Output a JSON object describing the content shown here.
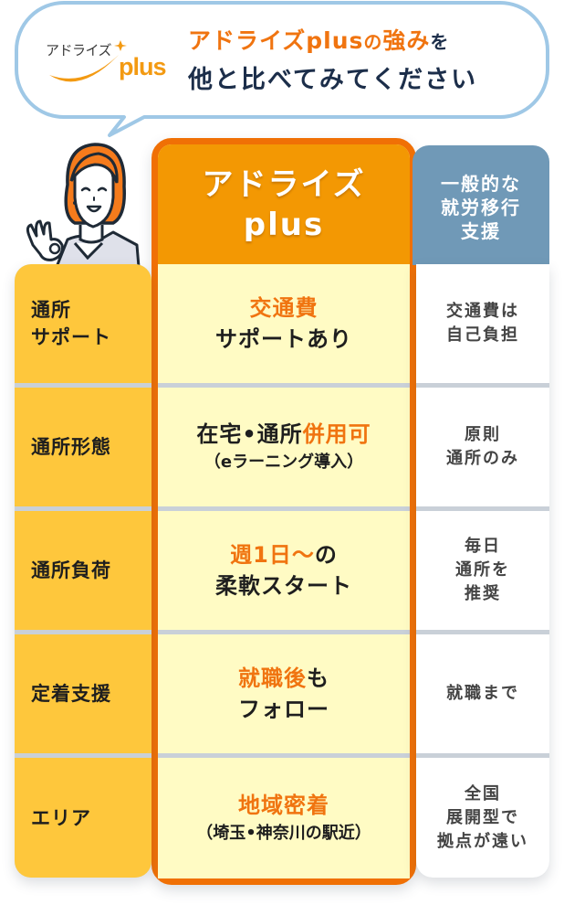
{
  "bubble": {
    "logo": {
      "text": "アドライズ",
      "plus": "plus"
    },
    "headline": {
      "line1_orange": "アドライズplus",
      "line1_small": "の",
      "line1_orange2": "強み",
      "line1_navy": "を",
      "line2": "他と比べてみてください"
    }
  },
  "columns": {
    "ours": {
      "title_line1": "アドライズ",
      "title_line2": "plus"
    },
    "theirs": {
      "title_line1": "一般的な",
      "title_line2": "就労移行",
      "title_line3": "支援"
    }
  },
  "rows": [
    {
      "label_line1": "通所",
      "label_line2": "サポート",
      "ours_highlight": "交通費",
      "ours_text": "サポートあり",
      "theirs_line1": "交通費は",
      "theirs_line2": "自己負担"
    },
    {
      "label": "通所形態",
      "ours_text": "在宅•通所",
      "ours_highlight": "併用可",
      "ours_sub": "（eラーニング導入）",
      "theirs_line1": "原則",
      "theirs_line2": "通所のみ"
    },
    {
      "label": "通所負荷",
      "ours_highlight": "週1日～",
      "ours_text": "の",
      "ours_line2": "柔軟スタート",
      "theirs_line1": "毎日",
      "theirs_line2": "通所を",
      "theirs_line3": "推奨"
    },
    {
      "label": "定着支援",
      "ours_highlight": "就職後",
      "ours_text": "も",
      "ours_line2": "フォロー",
      "theirs_line1": "就職まで"
    },
    {
      "label": "エリア",
      "ours_highlight": "地域密着",
      "ours_sub": "（埼玉•神奈川の駅近）",
      "theirs_line1": "全国",
      "theirs_line2": "展開型で",
      "theirs_line3": "拠点が遠い"
    }
  ],
  "colors": {
    "orange_frame": "#f07005",
    "orange_header": "#f39803",
    "highlight_text": "#f07410",
    "yellow_label": "#fec73c",
    "cream_cell": "#fffbc4",
    "blue_header": "#7099b7",
    "bubble_border": "#9fc8e6",
    "navy_text": "#1c2e4a",
    "divider": "#c9d0d8"
  }
}
